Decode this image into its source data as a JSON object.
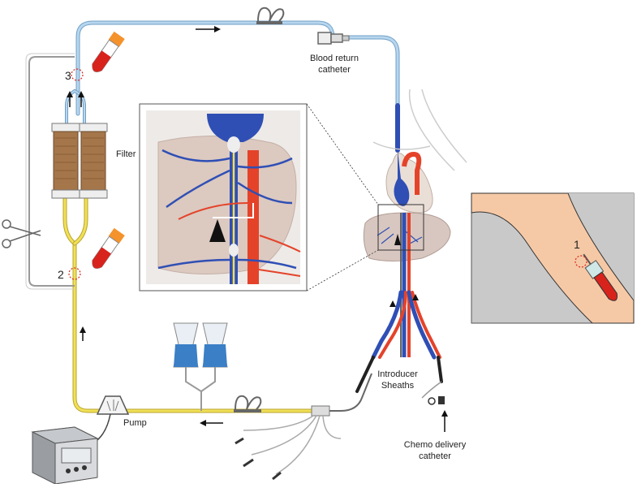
{
  "labels": {
    "blood_return": [
      "Blood return",
      "catheter"
    ],
    "filter": "Filter",
    "pump": "Pump",
    "introducer": [
      "Introducer",
      "Sheaths"
    ],
    "chemo": [
      "Chemo delivery",
      "catheter"
    ]
  },
  "sample_points": {
    "one": "1",
    "two": "2",
    "three": "3"
  },
  "colors": {
    "blood_return_tube": "#9ec6e6",
    "filter_circuit_tube": "#f1e058",
    "vein": "#2f4fb5",
    "artery": "#e4432a",
    "filter_body": "#a5764a",
    "skin": "#f6c9a6",
    "sample_blood": "#d8231c",
    "cap": "#f4922b"
  }
}
